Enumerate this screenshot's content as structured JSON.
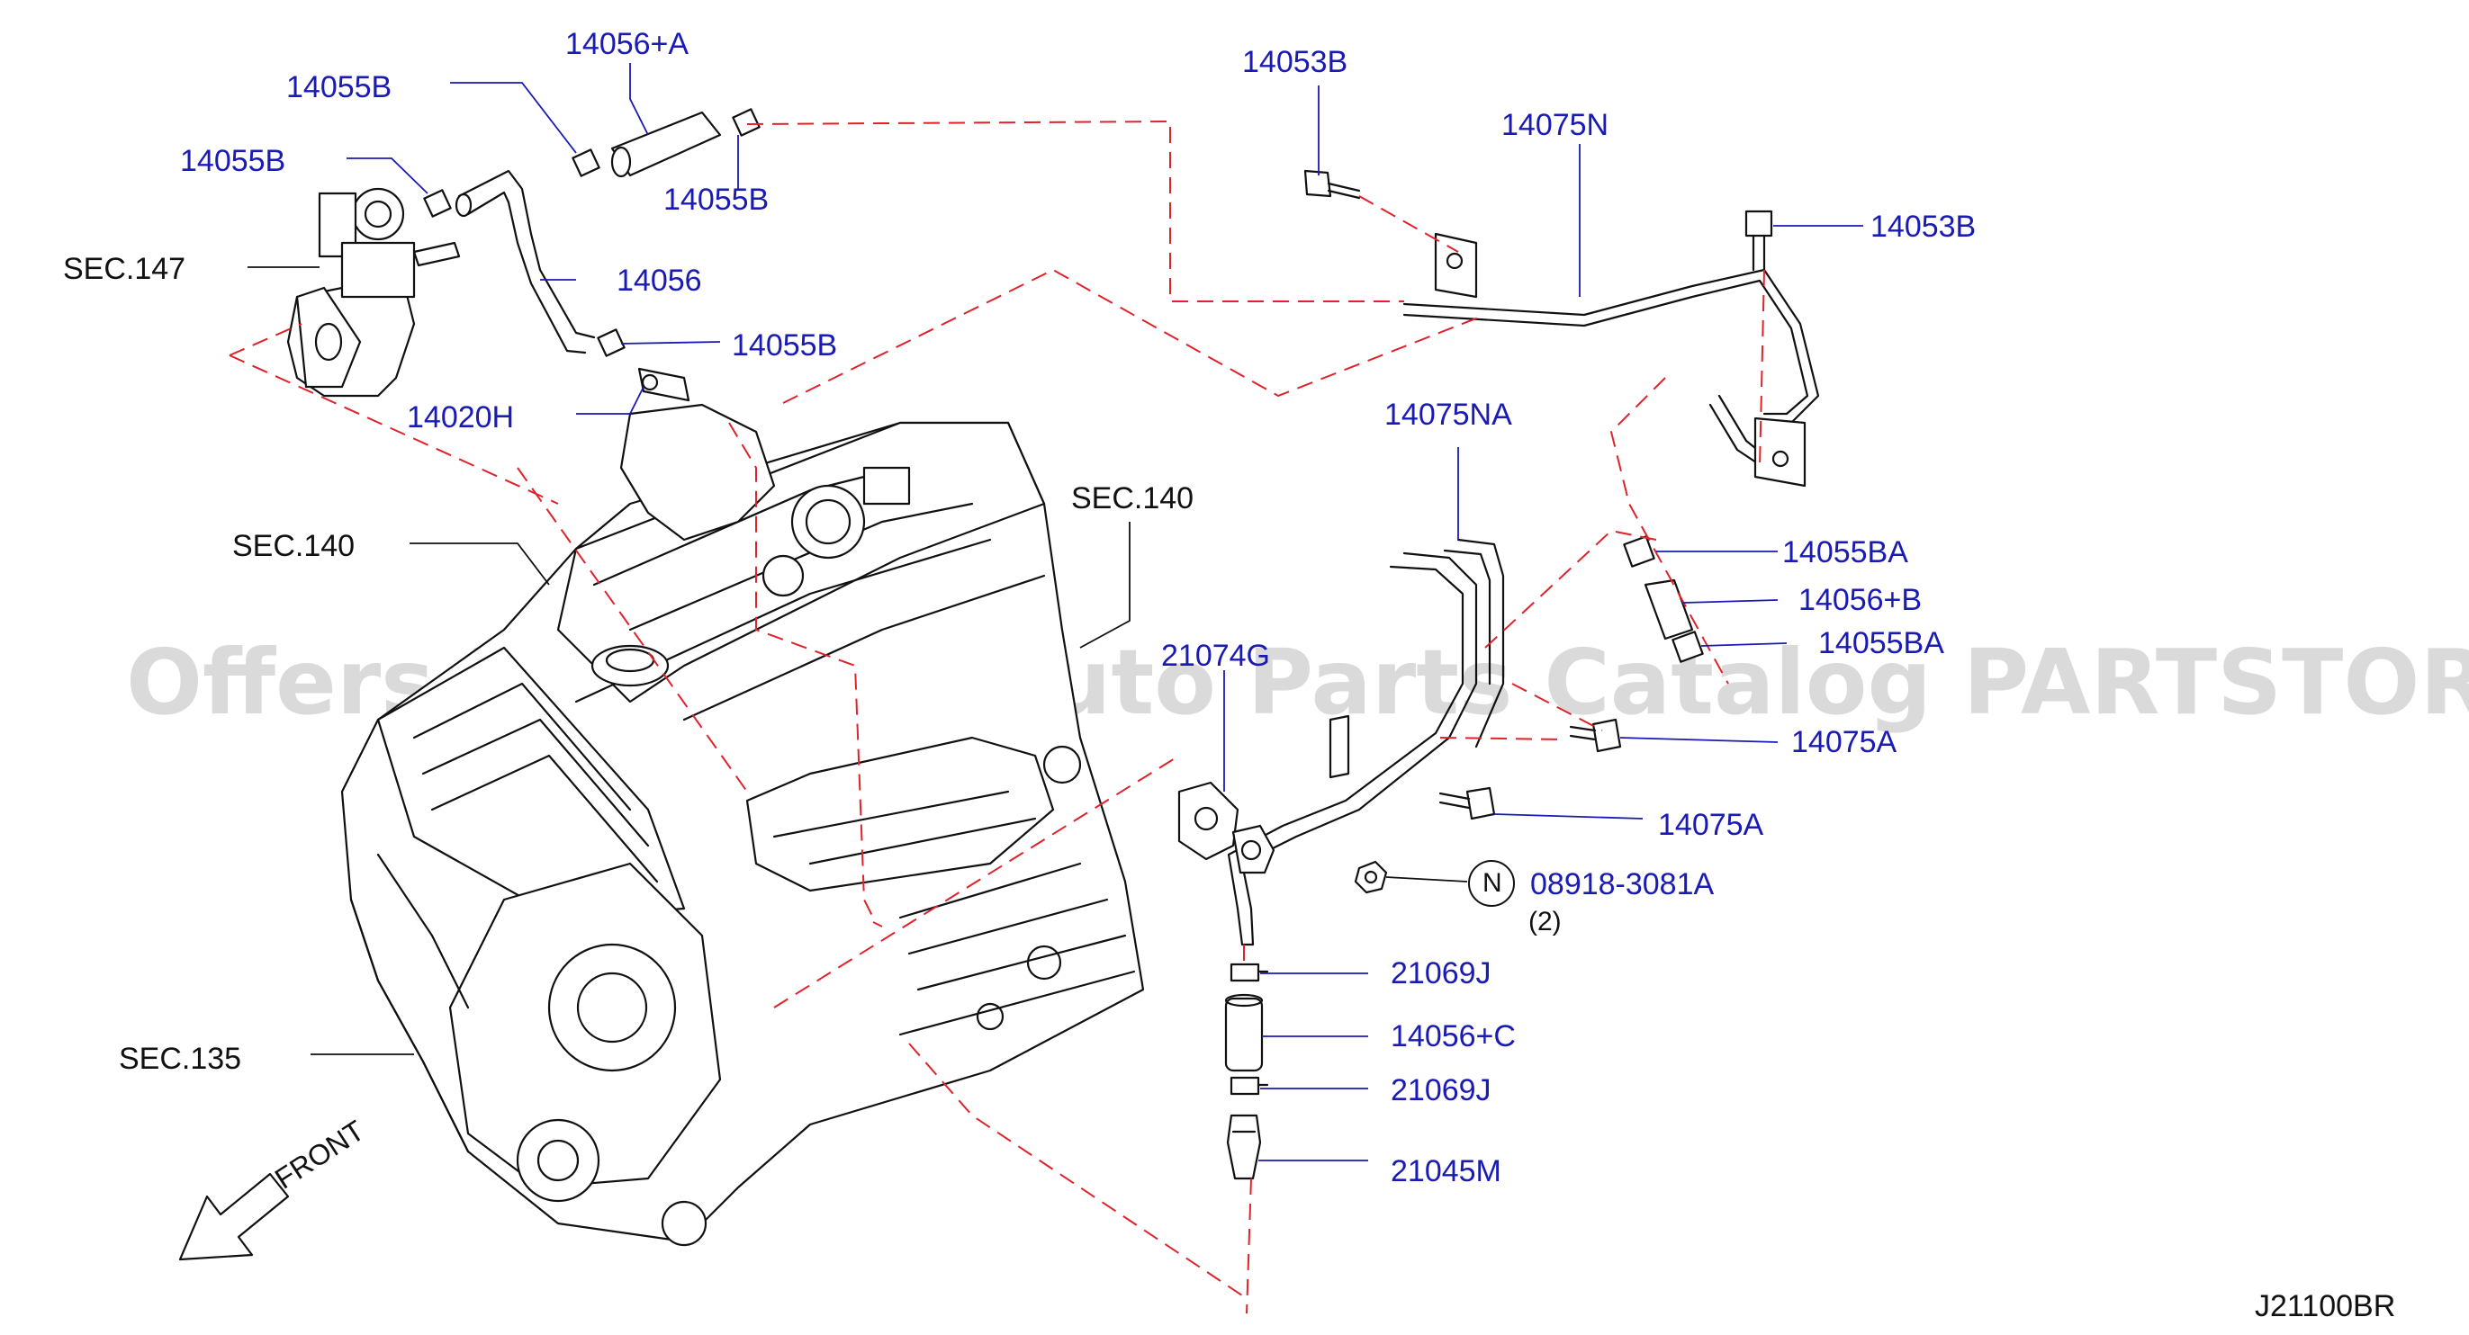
{
  "diagram": {
    "drawing_code": "J21100BR",
    "watermark": "Offers Merchant Auto Parts Catalog PARTSTORE.SA",
    "front_label": "FRONT",
    "note_symbol": "N",
    "note_qty": "(2)",
    "sections": {
      "sec147": "SEC.147",
      "sec140_left": "SEC.140",
      "sec140_right": "SEC.140",
      "sec135": "SEC.135"
    },
    "parts": {
      "p14056A": "14056+A",
      "p14055B_1": "14055B",
      "p14055B_2": "14055B",
      "p14055B_3": "14055B",
      "p14055B_4": "14055B",
      "p14056": "14056",
      "p14020H": "14020H",
      "p14053B_1": "14053B",
      "p14053B_2": "14053B",
      "p14075N": "14075N",
      "p14075NA": "14075NA",
      "p14055BA_1": "14055BA",
      "p14056B": "14056+B",
      "p14055BA_2": "14055BA",
      "p14075A_1": "14075A",
      "p14075A_2": "14075A",
      "p21074G": "21074G",
      "p08918": "08918-3081A",
      "p21069J_1": "21069J",
      "p14056C": "14056+C",
      "p21069J_2": "21069J",
      "p21045M": "21045M"
    }
  }
}
